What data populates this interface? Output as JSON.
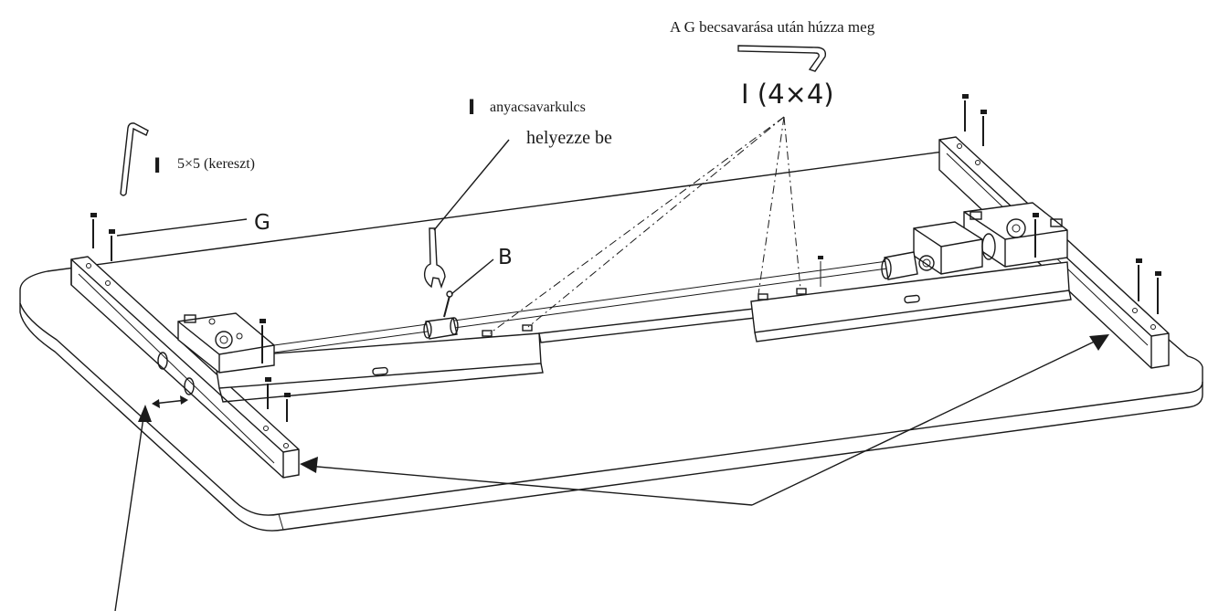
{
  "labels": {
    "tighten_note": "A G becsavarása után húzza meg",
    "hex_key_4": "I (4×4)",
    "wrench_marker": "I",
    "wrench_name": "anyacsavarkulcs",
    "insert_note": "helyezze be",
    "hex_key_5_marker": "I",
    "hex_key_5": "5×5 (kereszt)",
    "screw_g": "G",
    "part_b": "B"
  },
  "colors": {
    "line": "#1a1a1a",
    "background": "#ffffff"
  }
}
